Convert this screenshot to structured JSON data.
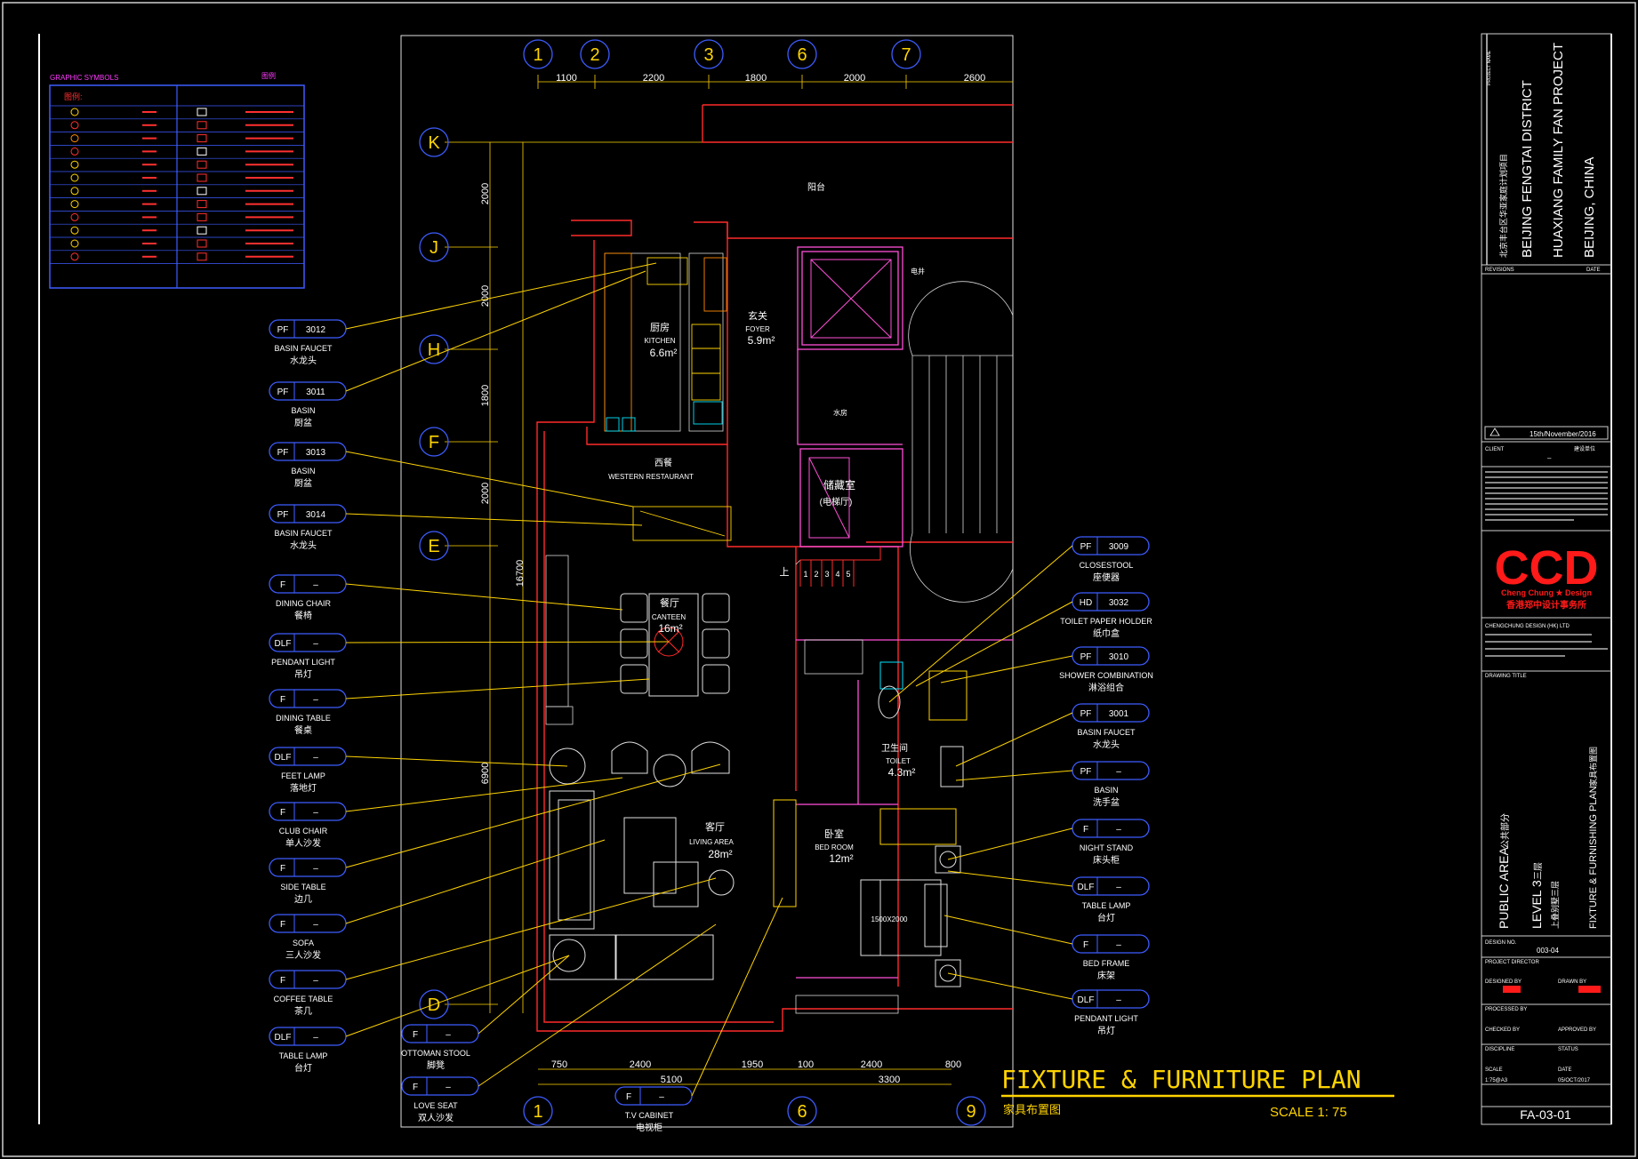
{
  "legend": {
    "title": "GRAPHIC SYMBOLS",
    "title_cn": "图例",
    "subhead": "图例:"
  },
  "grid": {
    "top": [
      "1",
      "2",
      "3",
      "6",
      "7"
    ],
    "bottom": [
      "1",
      "6",
      "9"
    ],
    "left": [
      "K",
      "J",
      "H",
      "F",
      "E",
      "D"
    ],
    "dims_top": [
      "1100",
      "2200",
      "1800",
      "2000",
      "2600"
    ],
    "dims_bottom": [
      "750",
      "2400",
      "1950",
      "100",
      "2400",
      "800"
    ],
    "dims_bottom_total": [
      "5100",
      "3300"
    ],
    "dims_left": [
      "2000",
      "2000",
      "1800",
      "2000",
      "16700",
      "6900"
    ]
  },
  "rooms": {
    "balcony": "阳台",
    "kitchen_cn": "厨房",
    "kitchen": "KITCHEN",
    "kitchen_area": "6.6m²",
    "foyer_cn": "玄关",
    "foyer": "FOYER",
    "foyer_area": "5.9m²",
    "western_cn": "西餐",
    "western": "WESTERN RESTAURANT",
    "storage_cn": "储藏室",
    "storage_sub": "(电梯厅)",
    "canteen_cn": "餐厅",
    "canteen": "CANTEEN",
    "canteen_area": "16m²",
    "living_cn": "客厅",
    "living": "LIVING AREA",
    "living_area": "28m²",
    "toilet_cn": "卫生间",
    "toilet": "TOILET",
    "toilet_area": "4.3m²",
    "bedroom_cn": "卧室",
    "bedroom": "BED ROOM",
    "bedroom_area": "12m²",
    "bed_size": "1500X2000",
    "water": "水房",
    "well": "电井",
    "up": "上",
    "stair_nums": [
      "1",
      "2",
      "3",
      "4",
      "5"
    ]
  },
  "left_tags": [
    {
      "code": "PF",
      "num": "3012",
      "en": "BASIN FAUCET",
      "cn": "水龙头"
    },
    {
      "code": "PF",
      "num": "3011",
      "en": "BASIN",
      "cn": "厨盆"
    },
    {
      "code": "PF",
      "num": "3013",
      "en": "BASIN",
      "cn": "厨盆"
    },
    {
      "code": "PF",
      "num": "3014",
      "en": "BASIN FAUCET",
      "cn": "水龙头"
    },
    {
      "code": "F",
      "num": "–",
      "en": "DINING CHAIR",
      "cn": "餐椅"
    },
    {
      "code": "DLF",
      "num": "–",
      "en": "PENDANT LIGHT",
      "cn": "吊灯"
    },
    {
      "code": "F",
      "num": "–",
      "en": "DINING TABLE",
      "cn": "餐桌"
    },
    {
      "code": "DLF",
      "num": "–",
      "en": "FEET LAMP",
      "cn": "落地灯"
    },
    {
      "code": "F",
      "num": "–",
      "en": "CLUB CHAIR",
      "cn": "单人沙发"
    },
    {
      "code": "F",
      "num": "–",
      "en": "SIDE TABLE",
      "cn": "边几"
    },
    {
      "code": "F",
      "num": "–",
      "en": "SOFA",
      "cn": "三人沙发"
    },
    {
      "code": "F",
      "num": "–",
      "en": "COFFEE TABLE",
      "cn": "茶几"
    },
    {
      "code": "DLF",
      "num": "–",
      "en": "TABLE LAMP",
      "cn": "台灯"
    }
  ],
  "bottom_tags": [
    {
      "code": "F",
      "num": "–",
      "en": "OTTOMAN STOOL",
      "cn": "脚凳"
    },
    {
      "code": "F",
      "num": "–",
      "en": "LOVE SEAT",
      "cn": "双人沙发"
    },
    {
      "code": "F",
      "num": "–",
      "en": "T.V CABINET",
      "cn": "电视柜"
    }
  ],
  "right_tags": [
    {
      "code": "PF",
      "num": "3009",
      "en": "CLOSESTOOL",
      "cn": "座便器"
    },
    {
      "code": "HD",
      "num": "3032",
      "en": "TOILET PAPER HOLDER",
      "cn": "纸巾盒"
    },
    {
      "code": "PF",
      "num": "3010",
      "en": "SHOWER COMBINATION",
      "cn": "淋浴组合"
    },
    {
      "code": "PF",
      "num": "3001",
      "en": "BASIN FAUCET",
      "cn": "水龙头"
    },
    {
      "code": "PF",
      "num": "–",
      "en": "BASIN",
      "cn": "洗手盆"
    },
    {
      "code": "F",
      "num": "–",
      "en": "NIGHT STAND",
      "cn": "床头柜"
    },
    {
      "code": "DLF",
      "num": "–",
      "en": "TABLE LAMP",
      "cn": "台灯"
    },
    {
      "code": "F",
      "num": "–",
      "en": "BED FRAME",
      "cn": "床架"
    },
    {
      "code": "DLF",
      "num": "–",
      "en": "PENDANT LIGHT",
      "cn": "吊灯"
    }
  ],
  "plan_title": {
    "en": "FIXTURE & FURNITURE PLAN",
    "cn": "家具布置图",
    "scale": "SCALE 1: 75"
  },
  "titleblock": {
    "project_name_label": "PROJECT NAME",
    "project_cn": "北京丰台区华亚家庭计划项目",
    "project_lines": [
      "BEIJING FENGTAI DISTRICT",
      "HUAXIANG FAMILY FAN PROJECT",
      "BEIJING, CHINA"
    ],
    "revisions": "REVISIONS",
    "date": "DATE",
    "rev_date": "15th/November/2016",
    "client": "CLIENT",
    "client_cn": "建设单位",
    "logo": "CCD",
    "logo_sub": "Cheng Chung ★ Design",
    "logo_cn": "香港郑中设计事务所",
    "company": "CHENGCHUNG DESIGN (HK) LTD",
    "drawing_title": "DRAWING TITLE",
    "area_en": "PUBLIC AREA",
    "area_cn": "公共部分",
    "level_en": "LEVEL 3",
    "level_cn": "三层",
    "title_en": "FIXTURE & FURNISHING PLAN",
    "title_cn": "家具布置图",
    "level_full_cn": "上叠别墅三层",
    "design_no": "DESIGN NO.",
    "design_no_val": "003-04",
    "project_director": "PROJECT DIRECTOR",
    "designed_by": "DESIGNED BY",
    "drawn_by": "DRAWN BY",
    "processed_by": "PROCESSED BY",
    "checked_by": "CHECKED BY",
    "approved_by": "APPROVED BY",
    "discipline": "DISCIPLINE",
    "status": "STATUS",
    "scale": "SCALE",
    "scale_val": "1:75@A3",
    "date_val": "05/OCT/2017",
    "drawing_no": "FA-03-01"
  }
}
